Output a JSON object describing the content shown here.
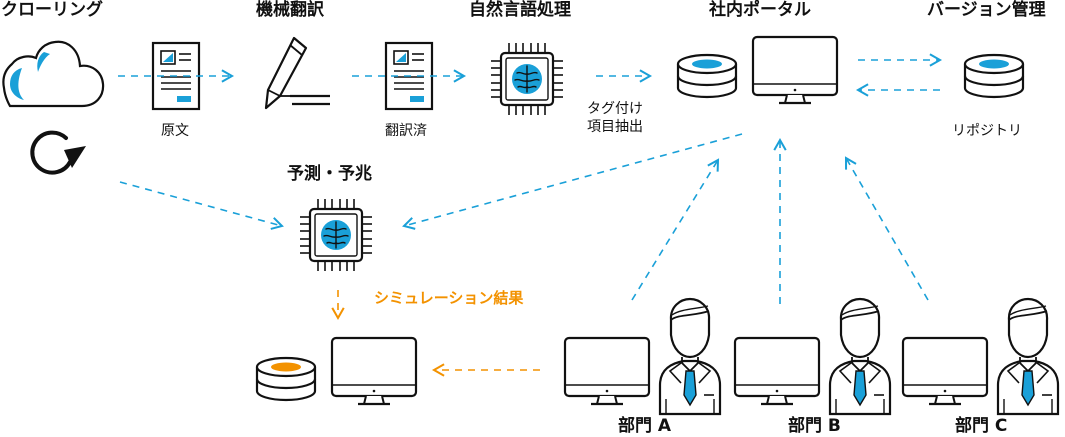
{
  "titles": {
    "crawling": "クローリング",
    "machine_translation": "機械翻訳",
    "nlp": "自然言語処理",
    "intranet_portal": "社内ポータル",
    "version_control": "バージョン管理",
    "prediction": "予測・予兆"
  },
  "captions": {
    "original": "原文",
    "translated": "翻訳済",
    "tagging": "タグ付け\n項目抽出",
    "repository": "リポジトリ",
    "simulation_result": "シミュレーション結果"
  },
  "departments": [
    "部門 A",
    "部門 B",
    "部門 C"
  ],
  "colors": {
    "accent_blue": "#1aa0d8",
    "accent_orange": "#f39200",
    "line": "#111111"
  }
}
